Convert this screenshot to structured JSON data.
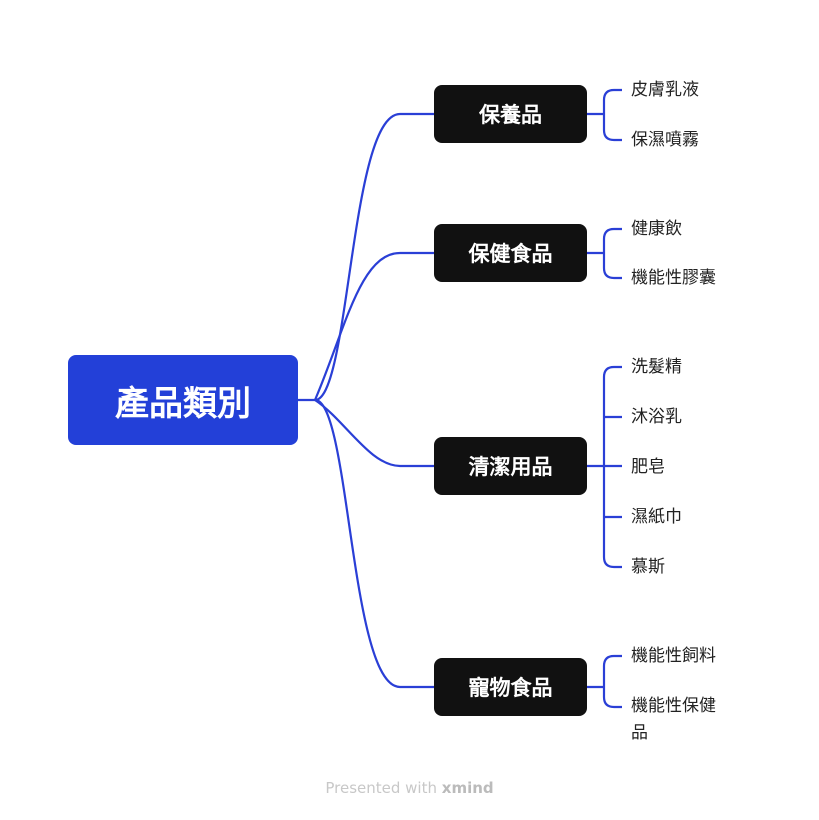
{
  "root": "產品類別",
  "branches": [
    {
      "label": "保養品",
      "children": [
        "皮膚乳液",
        "保濕噴霧"
      ]
    },
    {
      "label": "保健食品",
      "children": [
        "健康飲",
        "機能性膠囊"
      ]
    },
    {
      "label": "清潔用品",
      "children": [
        "洗髮精",
        "沐浴乳",
        "肥皂",
        "濕紙巾",
        "慕斯"
      ]
    },
    {
      "label": "寵物食品",
      "children": [
        "機能性飼料",
        "機能性保健品"
      ]
    }
  ],
  "footer": {
    "prefix": "Presented with",
    "brand": "xmind"
  },
  "colors": {
    "root": "#2340d8",
    "line": "#2a3fd6",
    "branch": "#111111"
  }
}
